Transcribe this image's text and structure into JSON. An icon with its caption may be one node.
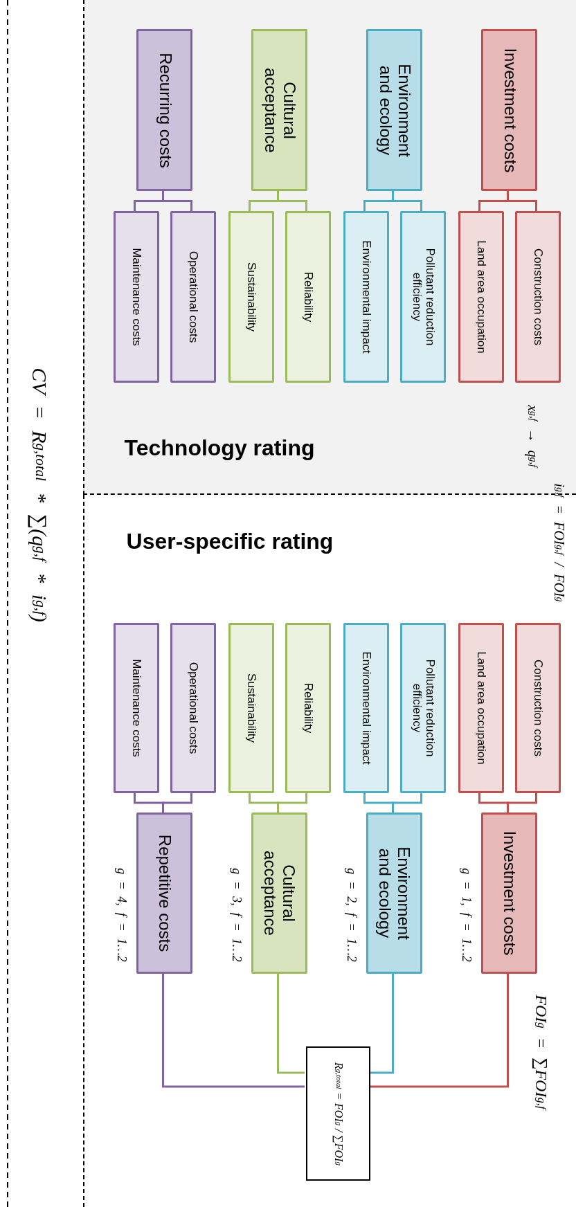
{
  "diagram": {
    "nodes": [
      {
        "text": [
          "Technology rating",
          "x$_{g,f}$ → q$_{g,f}$"
        ]
      },
      {
        "text": [
          "Investment costs"
        ],
        "in": 0
      },
      {
        "text": [
          "Construction costs"
        ],
        "in": 0
      },
      {
        "text": [
          "Land area occupation"
        ],
        "in": 0
      },
      {
        "text": [
          "Environment and ecology"
        ],
        "in": 0
      },
      {
        "text": [
          "Pollutant reduction efficiency"
        ],
        "in": 0
      },
      {
        "text": [
          "Environmental impact"
        ],
        "in": 0
      },
      {
        "text": [
          "Cultural acceptance"
        ],
        "in": 0
      },
      {
        "text": [
          "Reliability"
        ],
        "in": 0
      },
      {
        "text": [
          "Sustainability"
        ],
        "in": 0
      },
      {
        "text": [
          "Recurring costs"
        ],
        "in": 0
      },
      {
        "text": [
          "Operational costs"
        ],
        "in": 0
      },
      {
        "text": [
          "Maintenance costs"
        ],
        "in": 0
      },
      {
        "text": [
          "User-specific rating",
          "i$_{g,f}$ = FOI$_{g,f}$ / FOI$_{g}$"
        ]
      },
      {
        "text": [
          "Investment costs"
        ],
        "in": 13,
        "beside": [
          "g = 1, f = 1…2"
        ]
      },
      {
        "text": [
          "Construction costs"
        ],
        "in": 13
      },
      {
        "text": [
          "Land area occupation"
        ],
        "in": 13
      },
      {
        "text": [
          "Environment and ecology"
        ],
        "in": 13,
        "beside": [
          "g = 2, f = 1…2"
        ]
      },
      {
        "text": [
          "Pollutant reduction efficiency"
        ],
        "in": 13
      },
      {
        "text": [
          "Environmental impact"
        ],
        "in": 13
      },
      {
        "text": [
          "Cultural acceptance"
        ],
        "in": 13,
        "beside": [
          "g = 3, f = 1…2"
        ]
      },
      {
        "text": [
          "Reliability"
        ],
        "in": 13
      },
      {
        "text": [
          "Sustainability"
        ],
        "in": 13
      },
      {
        "text": [
          "Repetitive costs"
        ],
        "in": 13,
        "beside": [
          "g = 4, f = 1…2"
        ]
      },
      {
        "text": [
          "Operational costs"
        ],
        "in": 13
      },
      {
        "text": [
          "Maintenance costs"
        ],
        "in": 13
      },
      {
        "text": [
          "R$_{g,total}$ = FOI$_{g}$ / ∑FOI$_{g}$"
        ],
        "in": 13
      }
    ],
    "edges": [
      {
        "from": 1,
        "to": 2,
        "arrow": "none",
        "color": "#c0504d"
      },
      {
        "from": 1,
        "to": 3,
        "arrow": "none",
        "color": "#c0504d"
      },
      {
        "from": 4,
        "to": 5,
        "arrow": "none",
        "color": "#4bacc6"
      },
      {
        "from": 4,
        "to": 6,
        "arrow": "none",
        "color": "#4bacc6"
      },
      {
        "from": 7,
        "to": 8,
        "arrow": "none",
        "color": "#9bbb59"
      },
      {
        "from": 7,
        "to": 9,
        "arrow": "none",
        "color": "#9bbb59"
      },
      {
        "from": 10,
        "to": 11,
        "arrow": "none",
        "color": "#8064a2"
      },
      {
        "from": 10,
        "to": 12,
        "arrow": "none",
        "color": "#8064a2"
      },
      {
        "from": 14,
        "to": 15,
        "arrow": "none",
        "color": "#c0504d"
      },
      {
        "from": 14,
        "to": 16,
        "arrow": "none",
        "color": "#c0504d"
      },
      {
        "from": 17,
        "to": 18,
        "arrow": "none",
        "color": "#4bacc6"
      },
      {
        "from": 17,
        "to": 19,
        "arrow": "none",
        "color": "#4bacc6"
      },
      {
        "from": 20,
        "to": 21,
        "arrow": "none",
        "color": "#9bbb59"
      },
      {
        "from": 20,
        "to": 22,
        "arrow": "none",
        "color": "#9bbb59"
      },
      {
        "from": 23,
        "to": 24,
        "arrow": "none",
        "color": "#8064a2"
      },
      {
        "from": 23,
        "to": 25,
        "arrow": "none",
        "color": "#8064a2"
      },
      {
        "from": 14,
        "to": 26,
        "arrow": "none",
        "color": "#c0504d"
      },
      {
        "from": 17,
        "to": 26,
        "arrow": "none",
        "color": "#4bacc6"
      },
      {
        "from": 20,
        "to": 26,
        "arrow": "none",
        "color": "#9bbb59"
      },
      {
        "from": 23,
        "to": 26,
        "arrow": "none",
        "color": "#8064a2"
      }
    ],
    "labels": [
      "CV = R$_{g,total}$ * ∑(q$_{g,f}$ * i$_{g,f}$)",
      "FOI$_{g}$ = ∑FOI$_{g,f}$"
    ]
  }
}
